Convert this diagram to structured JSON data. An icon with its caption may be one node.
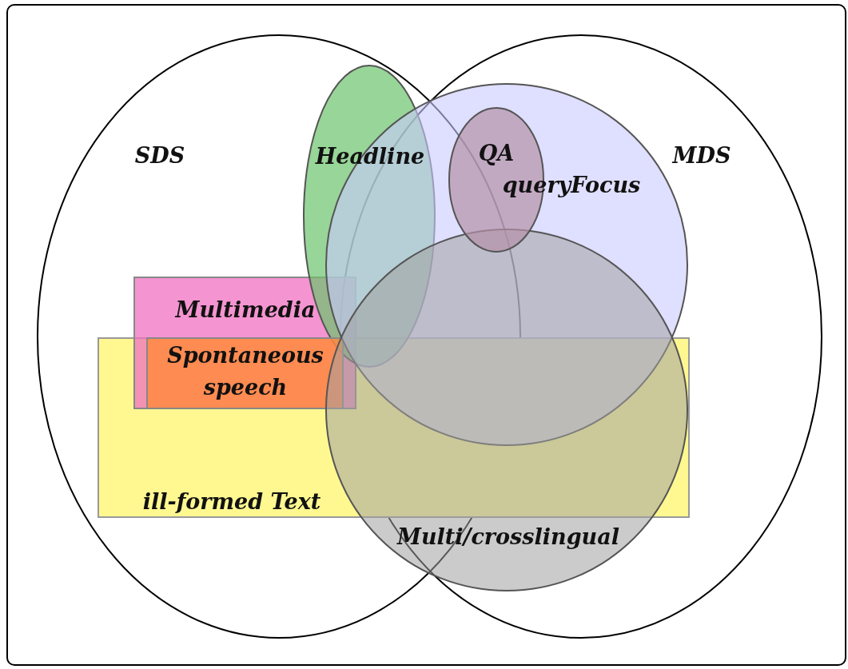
{
  "diagram": {
    "nodes": [
      {
        "text": [
          "SDS"
        ]
      },
      {
        "text": [
          "Headline"
        ],
        "in": 0
      },
      {
        "text": [
          "QA"
        ],
        "in": 4
      },
      {
        "text": [
          "MDS"
        ]
      },
      {
        "text": [
          "queryFocus"
        ],
        "in": 3
      },
      {
        "text": [
          "Multimedia"
        ],
        "in": 0
      },
      {
        "text": [
          "Spontaneous speech"
        ]
      },
      {
        "text": [
          "ill-formed Text"
        ]
      },
      {
        "text": [
          "Multi/crosslingual"
        ],
        "in": 3
      }
    ]
  }
}
